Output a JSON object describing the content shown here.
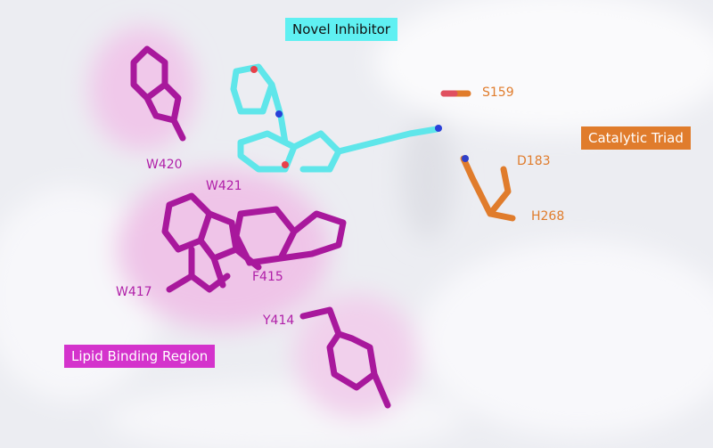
{
  "colors": {
    "surface": "#f1f1f5",
    "lipid": "#b020a8",
    "lipid_box": "#d433cc",
    "triad": "#e07c2c",
    "inhibitor": "#5fe6ea"
  },
  "callouts": {
    "inhibitor": "Novel Inhibitor",
    "triad": "Catalytic Triad",
    "lipid": "Lipid Binding Region"
  },
  "residues": {
    "s159": "S159",
    "d183": "D183",
    "h268": "H268",
    "w420": "W420",
    "w421": "W421",
    "w417": "W417",
    "f415": "F415",
    "y414": "Y414"
  }
}
